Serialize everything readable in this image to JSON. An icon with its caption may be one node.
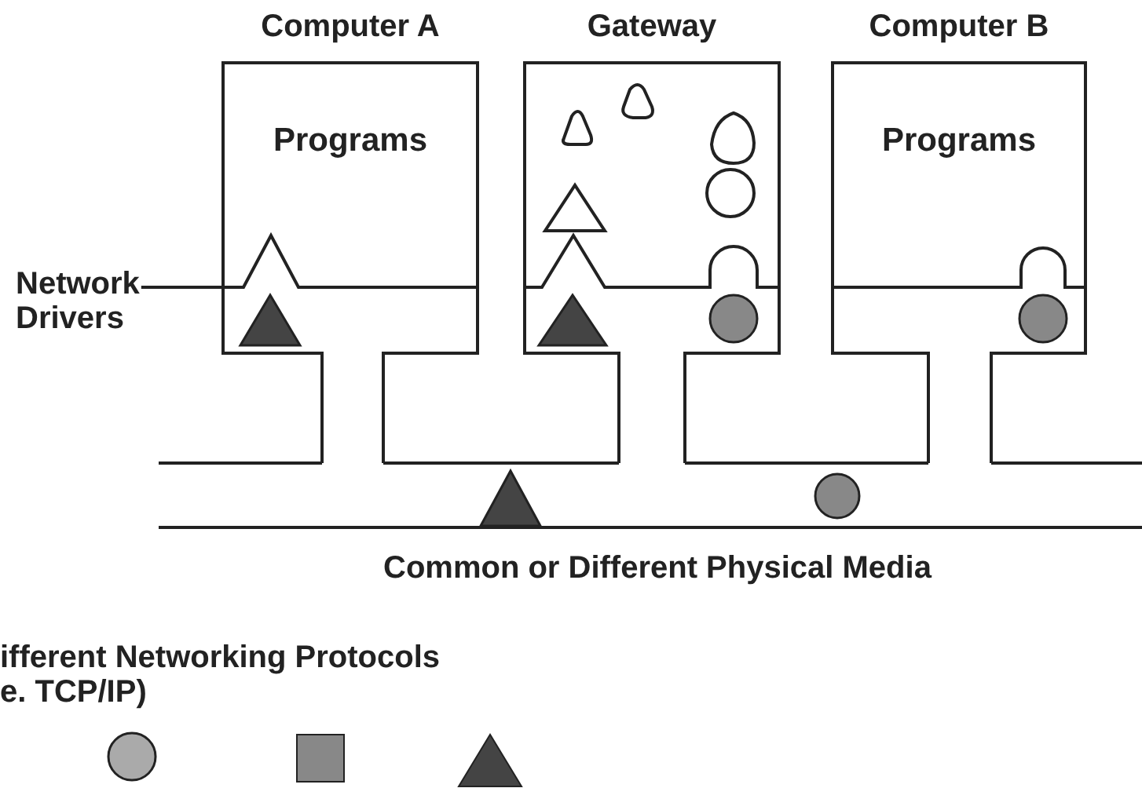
{
  "diagram": {
    "nodes": [
      {
        "text": [
          "Computer A",
          "Programs"
        ]
      },
      {
        "text": [
          "Gateway"
        ]
      },
      {
        "text": [
          "Computer B",
          "Programs"
        ]
      },
      {
        "text": [
          "Network Drivers"
        ]
      }
    ],
    "edges": [
      {
        "from": 3,
        "to": 0,
        "arrow": "none"
      },
      {
        "from": null,
        "to": 0,
        "arrow": "none"
      },
      {
        "from": 0,
        "to": 1,
        "arrow": "none"
      },
      {
        "from": 1,
        "to": 2,
        "arrow": "none"
      },
      {
        "from": 2,
        "to": null,
        "arrow": "none"
      }
    ],
    "labels": [
      "Common or Different Physical Media",
      "ifferent Networking Protocols",
      "e. TCP/IP)"
    ]
  }
}
